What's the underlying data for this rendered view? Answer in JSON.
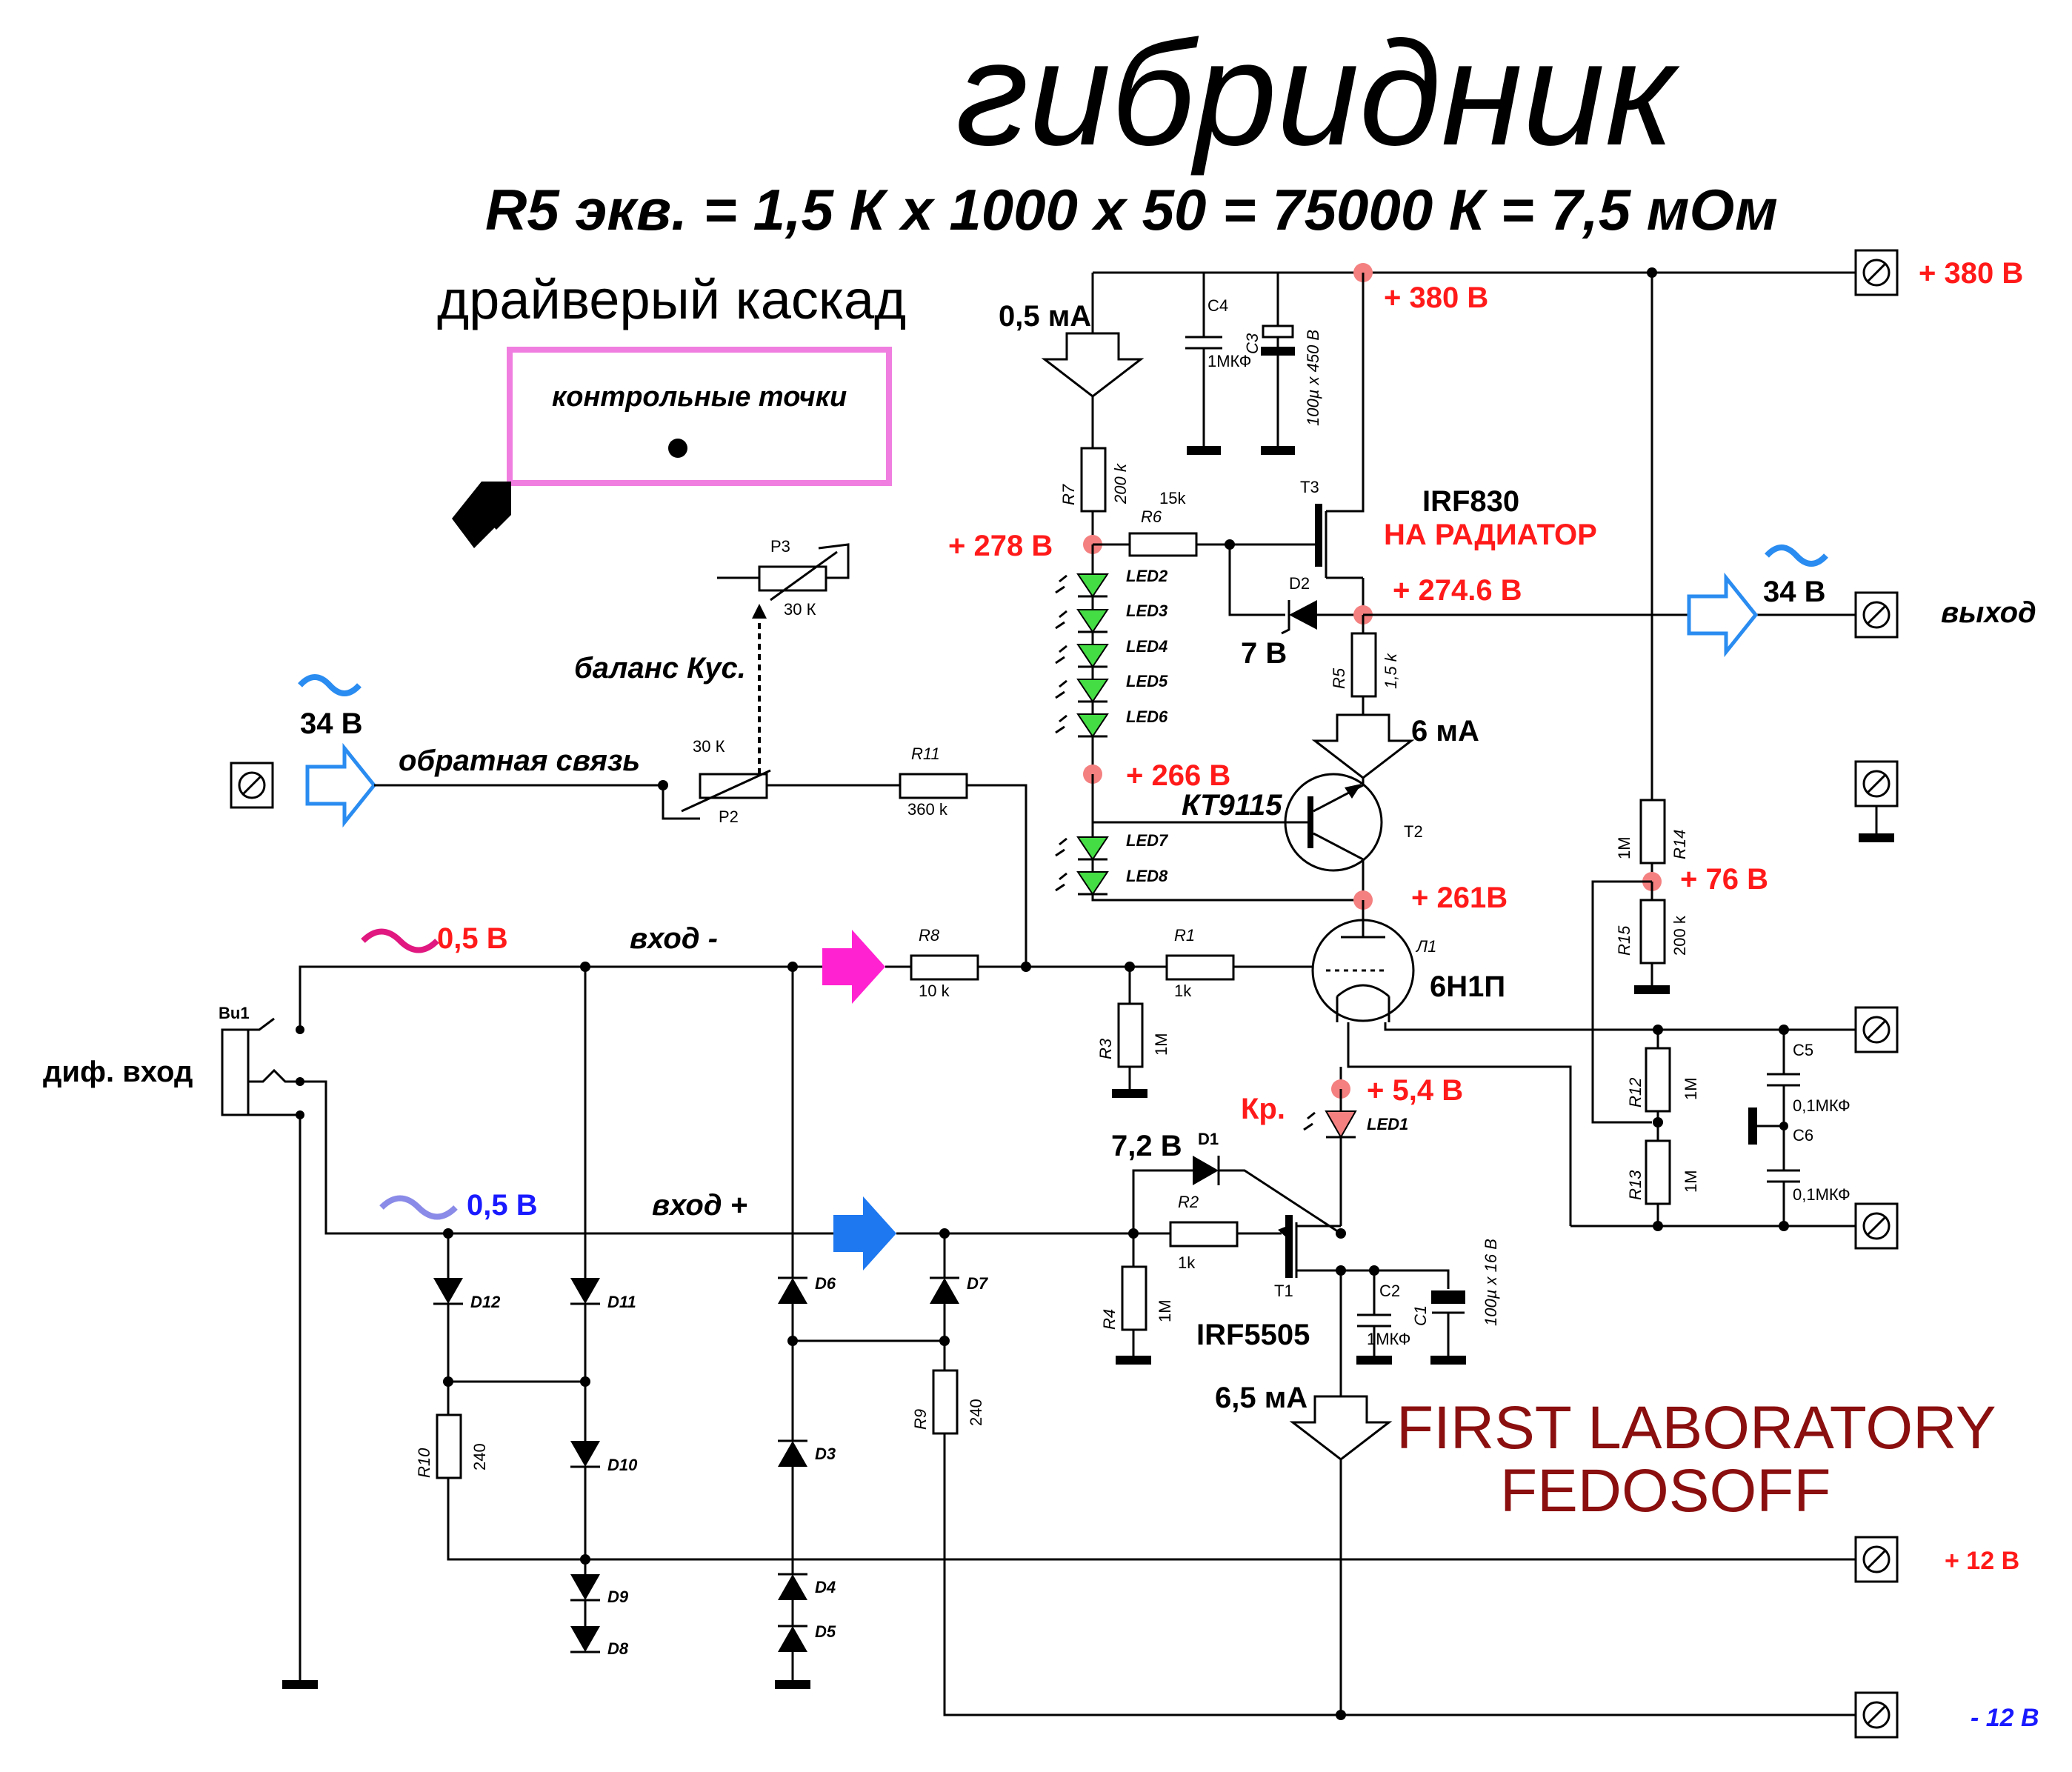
{
  "title": "гибридник",
  "equation": "R5 экв. = 1,5 К х 1000 х 50 = 75000 К = 7,5 мОм",
  "subtitle": "драйверый каскад",
  "legend": {
    "label": "контрольные точки"
  },
  "brand": {
    "line1": "FIRST LABORATORY",
    "line2": "FEDOSOFF"
  },
  "colors": {
    "test_point": "#f48080",
    "voltage": "#ff1a1a",
    "brand": "#8b0f0f",
    "led": "#44dd44",
    "accent_blue": "#1a1aff"
  },
  "terminals": {
    "plus380": "+ 380 В",
    "out": "выход",
    "plus12": "+ 12 В",
    "minus12": "- 12 В"
  },
  "voltages": {
    "v380": "+ 380 В",
    "v278": "+ 278 В",
    "v274": "+ 274.6 В",
    "v266": "+ 266 В",
    "v261": "+ 261В",
    "v76": "+ 76 В",
    "v54": "+ 5,4 В"
  },
  "annotations": {
    "i_top": "0,5 мА",
    "irf830": "IRF830",
    "radiator": "НА РАДИАТОР",
    "out_amp": "34 В",
    "d2_v": "7 В",
    "i_r5": "6 мА",
    "kt9115": "КТ9115",
    "tube": "6Н1П",
    "fb_amp": "34 В",
    "feedback": "обратная связь",
    "balance": "баланс Кус.",
    "in_minus_v": "0,5 В",
    "in_minus": "вход -",
    "in_plus_v": "0,5 В",
    "in_plus": "вход +",
    "dif_in": "диф. вход",
    "kr": "Кр.",
    "d1_v": "7,2 В",
    "irf5505": "IRF5505",
    "i_bottom": "6,5 мА"
  },
  "components": {
    "C4": "C4",
    "C4v": "1МКФ",
    "C3": "C3",
    "C3v": "100µ x 450 В",
    "R7": "R7",
    "R7v": "200 k",
    "R6": "R6",
    "R6v": "15k",
    "T3": "T3",
    "D2": "D2",
    "LED2": "LED2",
    "LED3": "LED3",
    "LED4": "LED4",
    "LED5": "LED5",
    "LED6": "LED6",
    "LED7": "LED7",
    "LED8": "LED8",
    "R5": "R5",
    "R5v": "1,5 k",
    "T2": "T2",
    "P3": "P3",
    "P3v": "30 К",
    "P2": "P2",
    "P2v": "30 К",
    "R11": "R11",
    "R11v": "360 k",
    "R8": "R8",
    "R8v": "10 k",
    "R1": "R1",
    "R1v": "1k",
    "R3": "R3",
    "R3v": "1M",
    "L1": "Л1",
    "R14": "R14",
    "R14v": "1M",
    "R15": "R15",
    "R15v": "200 k",
    "R12": "R12",
    "R12v": "1M",
    "R13": "R13",
    "R13v": "1M",
    "C5": "C5",
    "C5v": "0,1МКФ",
    "C6": "C6",
    "C6v": "0,1МКФ",
    "Bu1": "Bu1",
    "LED1": "LED1",
    "D1": "D1",
    "R2": "R2",
    "R2v": "1k",
    "R4": "R4",
    "R4v": "1M",
    "T1": "T1",
    "C2": "C2",
    "C2v": "1МКФ",
    "C1": "C1",
    "C1v": "100µ x 16 В",
    "D12": "D12",
    "D11": "D11",
    "D10": "D10",
    "D9": "D9",
    "D8": "D8",
    "D6": "D6",
    "D7": "D7",
    "D3": "D3",
    "D4": "D4",
    "D5": "D5",
    "R10": "R10",
    "R10v": "240",
    "R9": "R9",
    "R9v": "240"
  }
}
